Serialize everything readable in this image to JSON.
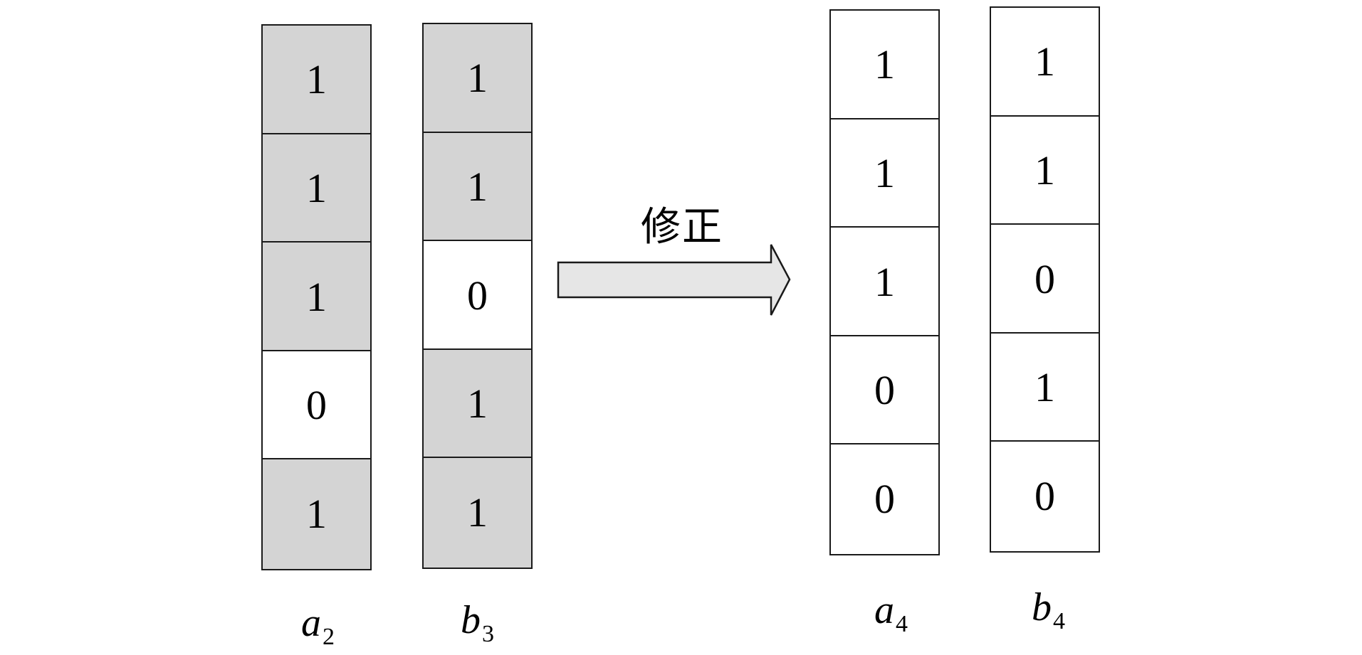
{
  "diagram": {
    "arrow_label": "修正",
    "colors": {
      "set_bit": "#d4d4d4",
      "clear_bit": "#ffffff",
      "arrow_fill": "#e6e6e6",
      "stroke": "#1a1a1a"
    },
    "columns": [
      {
        "id": "a2",
        "var": "a",
        "sub": "2",
        "bits": [
          1,
          1,
          1,
          0,
          1
        ],
        "shaded": [
          true,
          true,
          true,
          false,
          true
        ]
      },
      {
        "id": "b3",
        "var": "b",
        "sub": "3",
        "bits": [
          1,
          1,
          0,
          1,
          1
        ],
        "shaded": [
          true,
          true,
          false,
          true,
          true
        ]
      },
      {
        "id": "a4",
        "var": "a",
        "sub": "4",
        "bits": [
          1,
          1,
          1,
          0,
          0
        ],
        "shaded": [
          false,
          false,
          false,
          false,
          false
        ]
      },
      {
        "id": "b4",
        "var": "b",
        "sub": "4",
        "bits": [
          1,
          1,
          0,
          1,
          0
        ],
        "shaded": [
          false,
          false,
          false,
          false,
          false
        ]
      }
    ]
  }
}
